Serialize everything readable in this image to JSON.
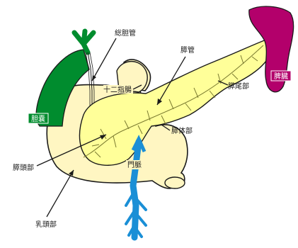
{
  "labels": {
    "bile_duct": "総胆管",
    "pancreatic_duct": "膵管",
    "duodenum": "十二指腸",
    "pancreas_tail": "膵尾部",
    "gallbladder": "胆嚢",
    "spleen": "脾臓",
    "pancreas_body": "膵体部",
    "pancreas_head": "膵頭部",
    "portal_vein": "門脈",
    "papilla": "乳頭部"
  },
  "colors": {
    "pancreas": "#ffff99",
    "duodenum": "#fff6c2",
    "gallbladder": "#008c2e",
    "spleen": "#b3006b",
    "portal_vein": "#1a8fd6",
    "outline": "#1a1a1a"
  }
}
